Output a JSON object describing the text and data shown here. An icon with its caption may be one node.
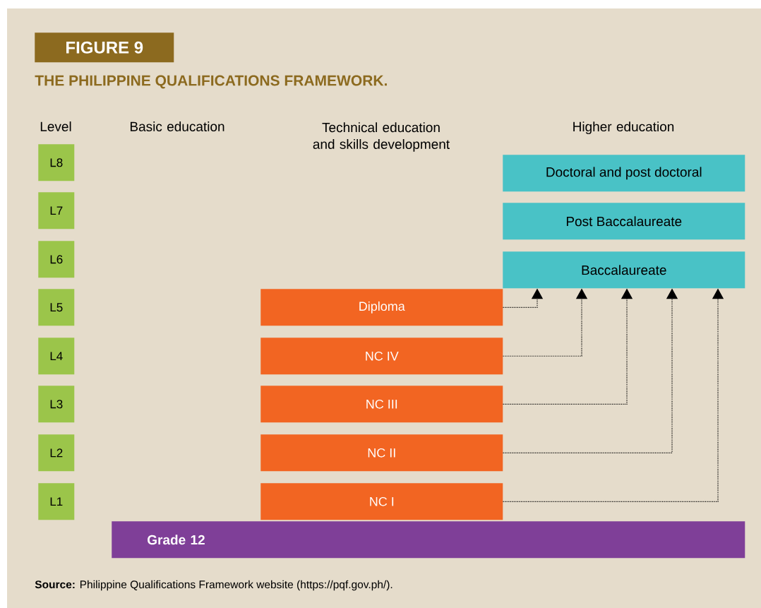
{
  "diagram": {
    "title": "THE PHILIPPINE QUALIFICATIONS FRAMEWORK.",
    "caption": "**Source:** Philippine Qualifications Framework website (https://pqf.gov.ph/).",
    "nodes": [
      {
        "text": [
          "FIGURE 9"
        ]
      },
      {
        "text": [
          "L8"
        ]
      },
      {
        "text": [
          "Doctoral and post doctoral"
        ]
      },
      {
        "text": [
          "L7"
        ]
      },
      {
        "text": [
          "Post Baccalaureate"
        ]
      },
      {
        "text": [
          "L6"
        ]
      },
      {
        "text": [
          "Baccalaureate"
        ]
      },
      {
        "text": [
          "L5"
        ]
      },
      {
        "text": [
          "Diploma"
        ]
      },
      {
        "text": [
          "L4"
        ]
      },
      {
        "text": [
          "NC IV"
        ]
      },
      {
        "text": [
          "L3"
        ]
      },
      {
        "text": [
          "NC III"
        ]
      },
      {
        "text": [
          "L2"
        ]
      },
      {
        "text": [
          "NC II"
        ]
      },
      {
        "text": [
          "L1"
        ]
      },
      {
        "text": [
          "NC I"
        ]
      },
      {
        "text": [
          "Grade 12"
        ]
      }
    ],
    "edges": [
      {
        "from": 8,
        "to": 6,
        "arrow": "to",
        "style": "dashed"
      },
      {
        "from": 10,
        "to": 6,
        "arrow": "to",
        "style": "dashed"
      },
      {
        "from": 12,
        "to": 6,
        "arrow": "to",
        "style": "dashed"
      },
      {
        "from": 14,
        "to": 6,
        "arrow": "to",
        "style": "dashed"
      },
      {
        "from": 16,
        "to": 6,
        "arrow": "to",
        "style": "dashed"
      }
    ],
    "labels": [
      "Level",
      "Basic education",
      "Technical education and skills development",
      "Higher education"
    ]
  }
}
